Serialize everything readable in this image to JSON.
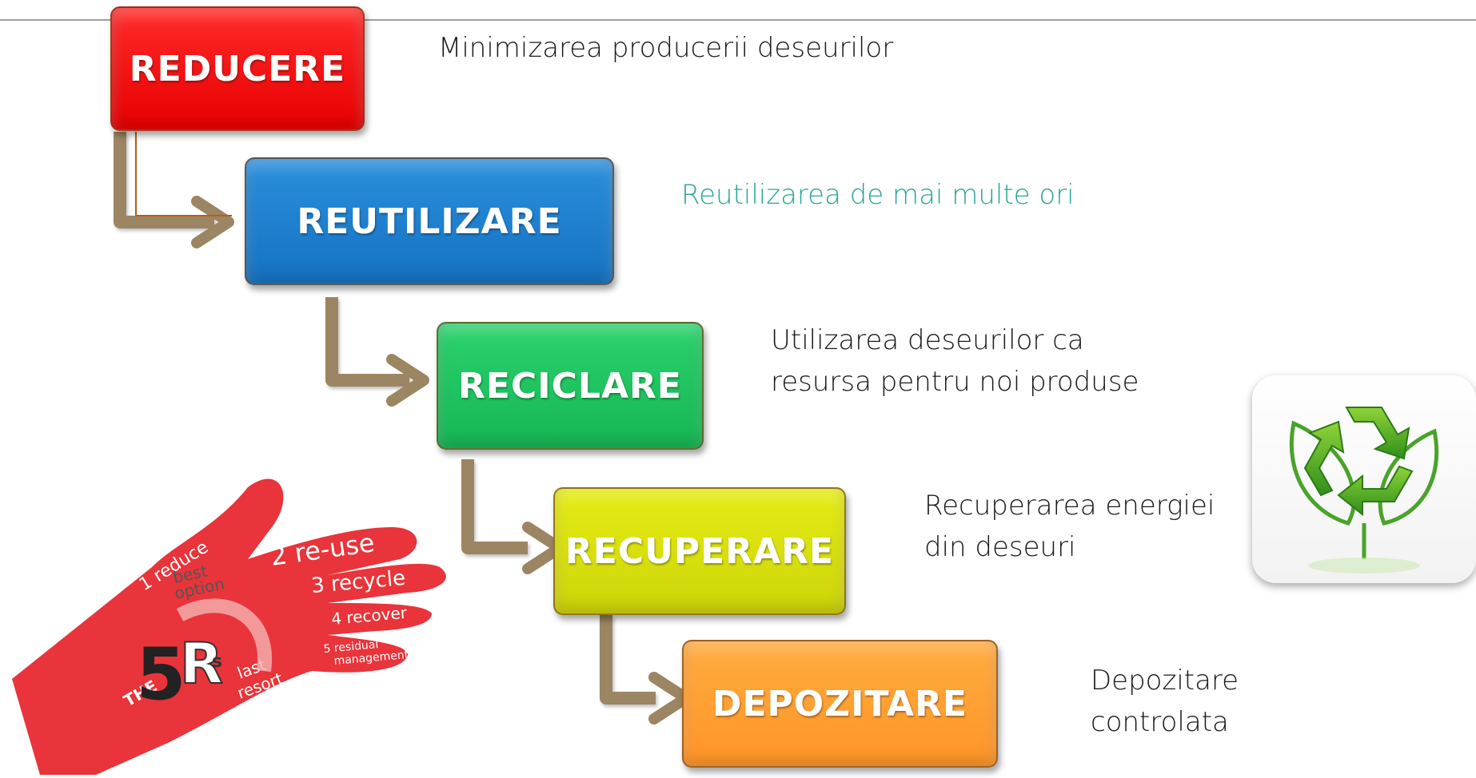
{
  "steps": [
    {
      "label": "REDUCERE",
      "description_lines": [
        "Minimizarea producerii deseurilor"
      ],
      "color": "#ee0000"
    },
    {
      "label": "REUTILIZARE",
      "description_lines": [
        "Reutilizarea de mai multe ori"
      ],
      "color": "#1b7fd0"
    },
    {
      "label": "RECICLARE",
      "description_lines": [
        "Utilizarea deseurilor ca",
        "resursa pentru noi produse"
      ],
      "color": "#1dc35e"
    },
    {
      "label": "RECUPERARE",
      "description_lines": [
        "Recuperarea energiei",
        "din deseuri"
      ],
      "color": "#d9e00c"
    },
    {
      "label": "DEPOZITARE",
      "description_lines": [
        "Depozitare",
        "controlata"
      ],
      "color": "#ff9f33"
    }
  ],
  "hand_graphic": {
    "title_letters": [
      "THE",
      "5",
      "R",
      "s"
    ],
    "items": [
      "1 reduce",
      "2 re-use",
      "3 recycle",
      "4 recover",
      "5 residual",
      "management"
    ],
    "top_label": [
      "best",
      "option"
    ],
    "bottom_label": [
      "last",
      "resort"
    ],
    "color": "#e8343a"
  },
  "icons": {
    "recycle": "recycle-leaf-icon"
  }
}
